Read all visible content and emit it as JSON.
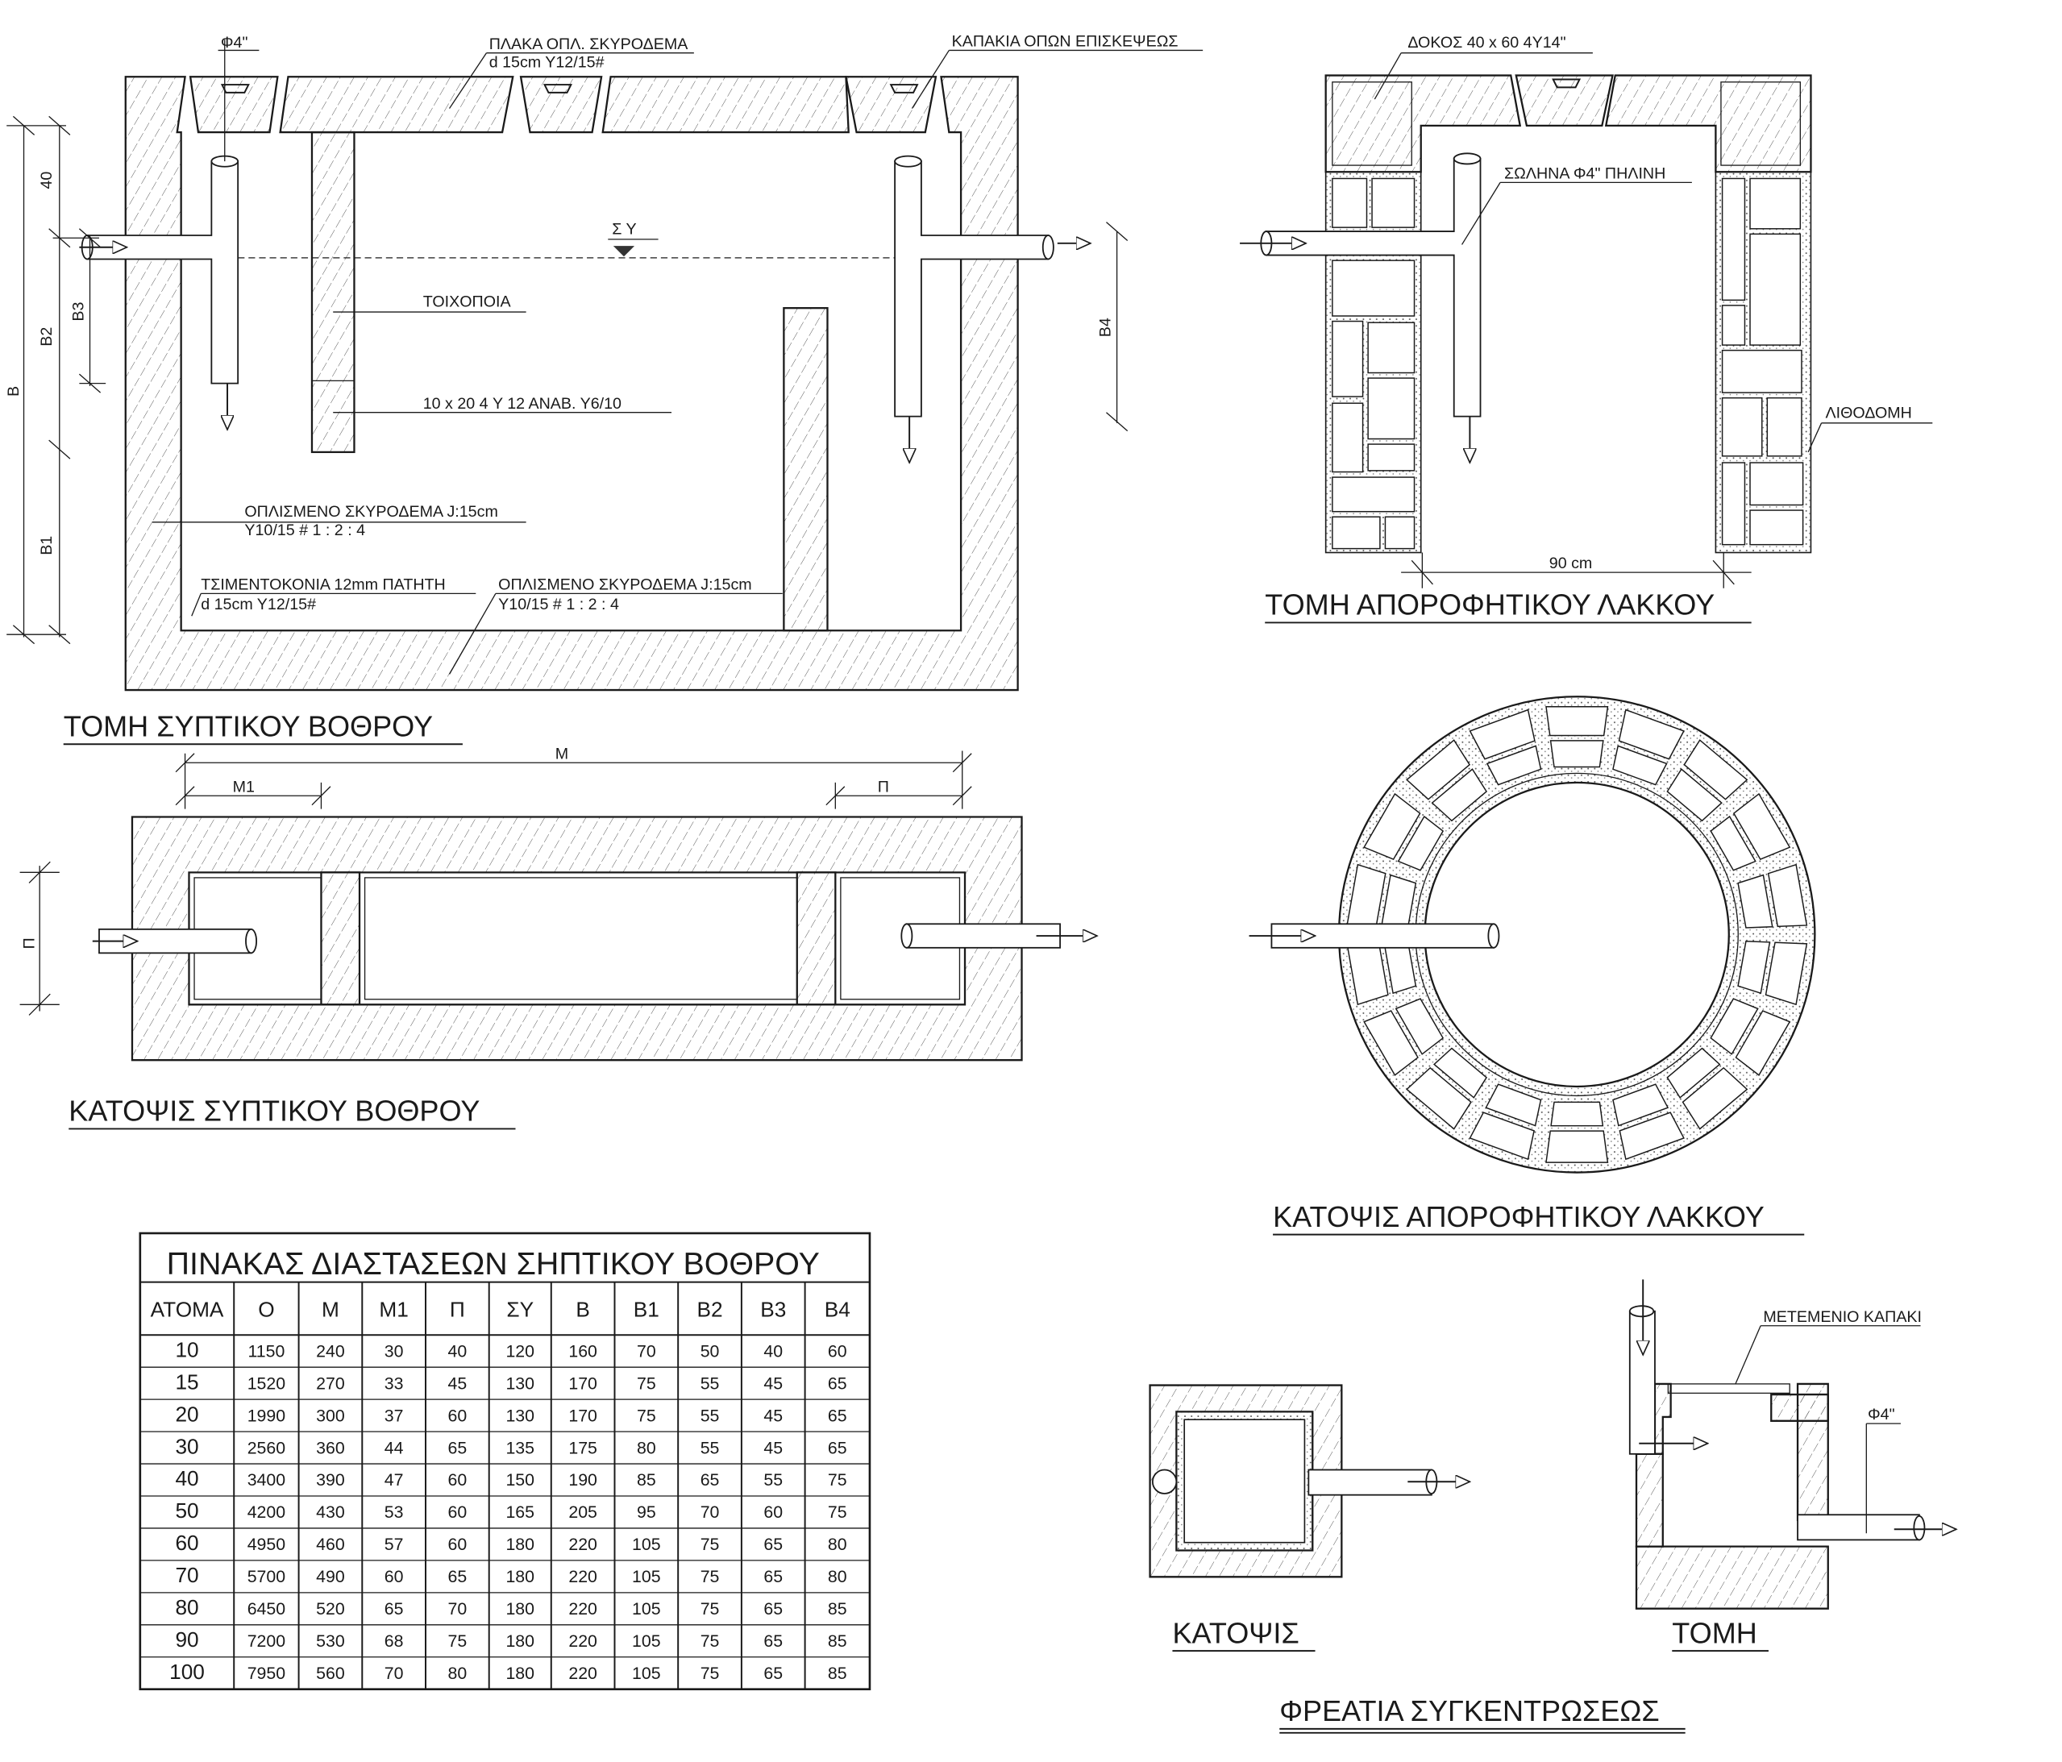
{
  "septic_section": {
    "title": "ΤΟΜΗ ΣΥΠΤΙΚΟΥ ΒΟΘΡΟΥ",
    "pipe_label": "Φ4\"",
    "slab_label_1": "ΠΛΑΚΑ ΟΠΛ. ΣΚΥΡΟΔΕΜΑ",
    "slab_label_2": "d 15cm Y12/15#",
    "covers_label": "ΚΑΠΑΚΙΑ ΟΠΩΝ ΕΠΙΣΚΕΨΕΩΣ",
    "water_level": "Σ Υ",
    "masonry_label": "ΤΟΙΧΟΠΟΙΑ",
    "beam_label": "10 x 20    4 Υ 12   ΑΝΑΒ. Υ6/10",
    "concrete_label_1": "ΟΠΛΙΣΜΕΝΟ ΣΚΥΡΟΔΕΜΑ J:15cm",
    "concrete_label_2": "Y10/15  #  1 : 2 : 4",
    "floor_label_1": "ΤΣΙΜΕΝΤΟΚΟΝΙΑ 12mm ΠΑΤΗΤΗ",
    "floor_label_2": "d 15cm Y12/15#",
    "concrete2_label_1": "ΟΠΛΙΣΜΕΝΟ ΣΚΥΡΟΔΕΜΑ J:15cm",
    "concrete2_label_2": "Y10/15  #  1 : 2 : 4",
    "dims": {
      "top": "40",
      "b": "B",
      "b1": "B1",
      "b2": "B2",
      "b3": "B3",
      "b4": "B4"
    }
  },
  "septic_plan": {
    "title": "ΚΑΤΟΨΙΣ ΣΥΠΤΙΚΟΥ ΒΟΘΡΟΥ",
    "dims": {
      "m": "M",
      "m1": "M1",
      "p_top": "Π",
      "p_side": "Π"
    }
  },
  "pit_section": {
    "title": "ΤΟΜΗ ΑΠΟΡΟΦΗΤΙΚΟΥ ΛΑΚΚΟΥ",
    "beam_label": "ΔΟΚΟΣ 40 x 60 4Y14\"",
    "pipe_label": "ΣΩΛΗΝΑ Φ4\" ΠΗΛΙΝΗ",
    "stone_label": "ΛΙΘΟΔΟΜΗ",
    "width_dim": "90 cm"
  },
  "pit_plan": {
    "title": "ΚΑΤΟΨΙΣ ΑΠΟΡΟΦΗΤΙΚΟΥ ΛΑΚΚΟΥ"
  },
  "manholes": {
    "title": "ΦΡΕΑΤΙΑ ΣΥΓΚΕΝΤΡΩΣΕΩΣ",
    "plan_title": "ΚΑΤΟΨΙΣ",
    "section_title": "ΤΟΜΗ",
    "cover_label": "ΜΕΤΕΜΕΝΙΟ ΚΑΠΑΚΙ",
    "pipe_label": "Φ4\""
  },
  "table": {
    "title": "ΠΙΝΑΚΑΣ ΔΙΑΣΤΑΣΕΩΝ ΣΗΠΤΙΚΟΥ ΒΟΘΡΟΥ",
    "headers": [
      "ΑΤΟΜΑ",
      "Ο",
      "Μ",
      "Μ1",
      "Π",
      "ΣΥ",
      "Β",
      "Β1",
      "Β2",
      "Β3",
      "Β4"
    ],
    "rows": [
      [
        "10",
        "1150",
        "240",
        "30",
        "40",
        "120",
        "160",
        "70",
        "50",
        "40",
        "60"
      ],
      [
        "15",
        "1520",
        "270",
        "33",
        "45",
        "130",
        "170",
        "75",
        "55",
        "45",
        "65"
      ],
      [
        "20",
        "1990",
        "300",
        "37",
        "60",
        "130",
        "170",
        "75",
        "55",
        "45",
        "65"
      ],
      [
        "30",
        "2560",
        "360",
        "44",
        "65",
        "135",
        "175",
        "80",
        "55",
        "45",
        "65"
      ],
      [
        "40",
        "3400",
        "390",
        "47",
        "60",
        "150",
        "190",
        "85",
        "65",
        "55",
        "75"
      ],
      [
        "50",
        "4200",
        "430",
        "53",
        "60",
        "165",
        "205",
        "95",
        "70",
        "60",
        "75"
      ],
      [
        "60",
        "4950",
        "460",
        "57",
        "60",
        "180",
        "220",
        "105",
        "75",
        "65",
        "80"
      ],
      [
        "70",
        "5700",
        "490",
        "60",
        "65",
        "180",
        "220",
        "105",
        "75",
        "65",
        "80"
      ],
      [
        "80",
        "6450",
        "520",
        "65",
        "70",
        "180",
        "220",
        "105",
        "75",
        "65",
        "85"
      ],
      [
        "90",
        "7200",
        "530",
        "68",
        "75",
        "180",
        "220",
        "105",
        "75",
        "65",
        "85"
      ],
      [
        "100",
        "7950",
        "560",
        "70",
        "80",
        "180",
        "220",
        "105",
        "75",
        "65",
        "85"
      ]
    ]
  }
}
